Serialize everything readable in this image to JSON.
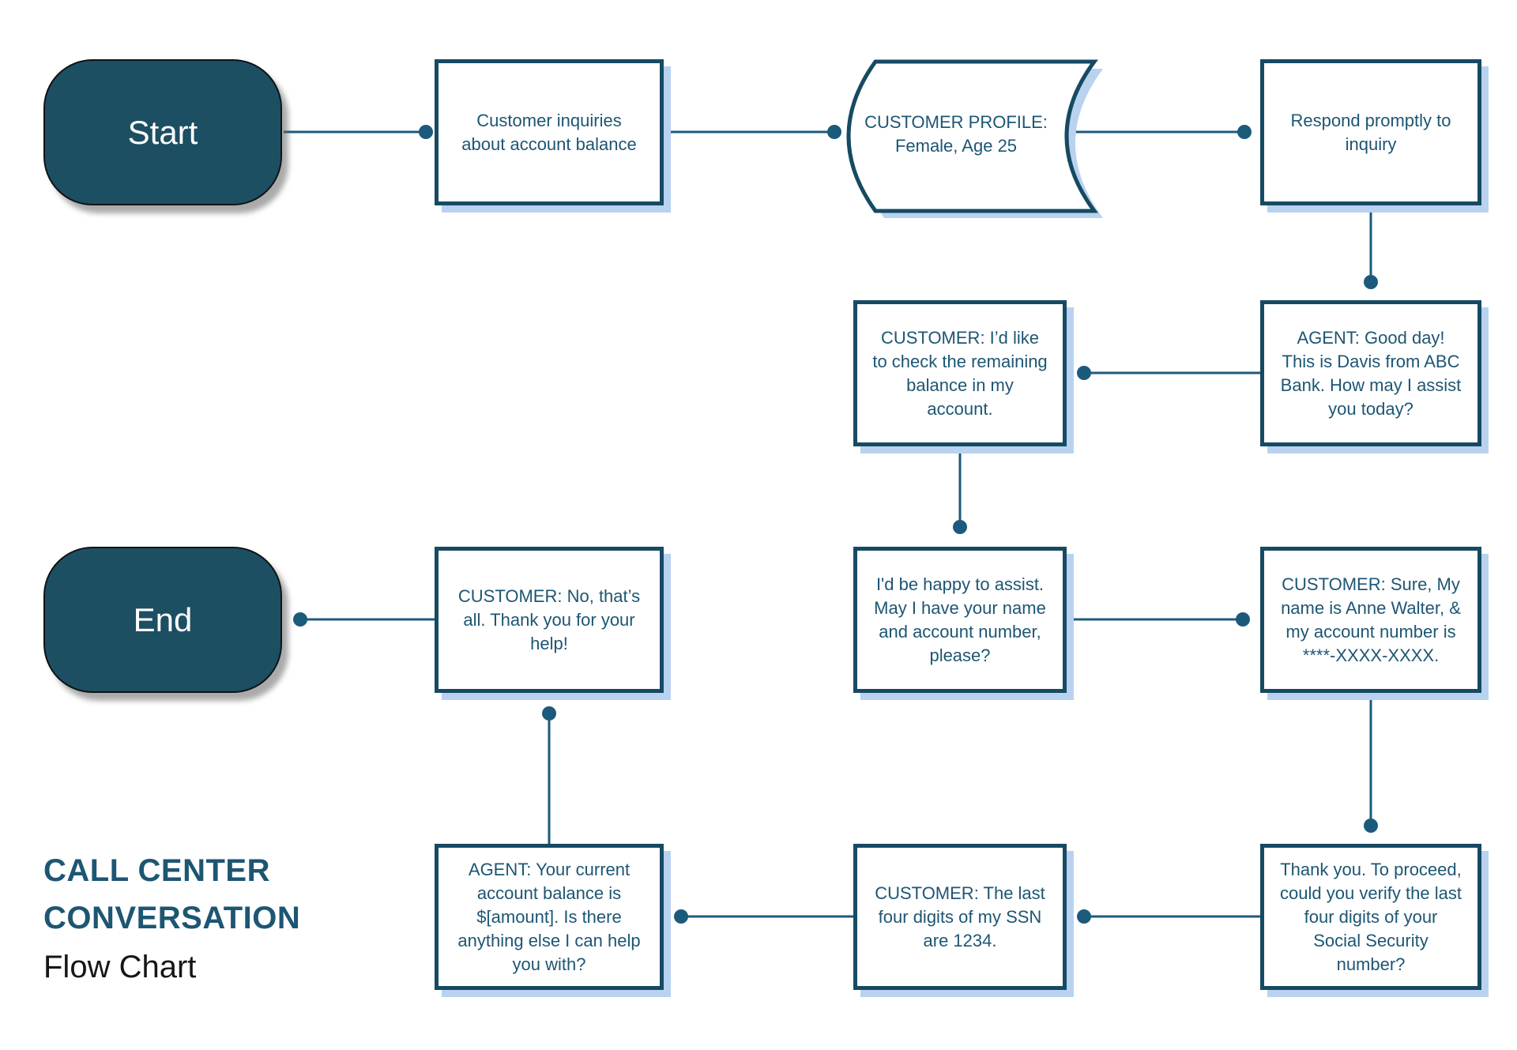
{
  "title_block": {
    "heading_line1": "CALL CENTER",
    "heading_line2": "CONVERSATION",
    "subheading": "Flow Chart"
  },
  "colors": {
    "node_border": "#164a63",
    "node_text": "#1d5673",
    "terminator_fill": "#1d4f63",
    "terminator_text": "#ffffff",
    "connector_line": "#1c5a7c",
    "box_shadow": "#b9d2f0",
    "title_accent": "#1d5673",
    "subtitle_text": "#161616"
  },
  "nodes": {
    "start": {
      "shape": "terminator",
      "label": "Start"
    },
    "end": {
      "shape": "terminator",
      "label": "End"
    },
    "inquiry": {
      "shape": "process",
      "label": "Customer inquiries about account balance"
    },
    "profile": {
      "shape": "display",
      "label": "CUSTOMER PROFILE: Female, Age 25"
    },
    "respond": {
      "shape": "process",
      "label": "Respond promptly to inquiry"
    },
    "check_balance": {
      "shape": "process",
      "label": "CUSTOMER: I’d like to check the remaining balance in my account."
    },
    "greeting": {
      "shape": "process",
      "label": "AGENT: Good day! This is Davis from ABC Bank. How may I assist you today?"
    },
    "no_thats_all": {
      "shape": "process",
      "label": "CUSTOMER: No, that’s all. Thank you for your help!"
    },
    "happy_to_assist": {
      "shape": "process",
      "label": "I'd be happy to assist. May I have your name and account number, please?"
    },
    "name_account": {
      "shape": "process",
      "label": "CUSTOMER: Sure, My name is Anne Walter, & my account number is ****-XXXX-XXXX."
    },
    "balance_answer": {
      "shape": "process",
      "label": "AGENT: Your current account balance is $[amount]. Is there anything else I can help you with?"
    },
    "ssn_digits": {
      "shape": "process",
      "label": "CUSTOMER: The last four digits of my SSN are 1234."
    },
    "verify_ssn": {
      "shape": "process",
      "label": "Thank you. To proceed, could you verify the last four digits of your Social Security number?"
    }
  },
  "connectors": [
    {
      "from": "start",
      "to": "inquiry"
    },
    {
      "from": "inquiry",
      "to": "profile"
    },
    {
      "from": "profile",
      "to": "respond"
    },
    {
      "from": "respond",
      "to": "greeting"
    },
    {
      "from": "greeting",
      "to": "check_balance"
    },
    {
      "from": "check_balance",
      "to": "happy_to_assist"
    },
    {
      "from": "happy_to_assist",
      "to": "name_account"
    },
    {
      "from": "name_account",
      "to": "verify_ssn"
    },
    {
      "from": "verify_ssn",
      "to": "ssn_digits"
    },
    {
      "from": "ssn_digits",
      "to": "balance_answer"
    },
    {
      "from": "balance_answer",
      "to": "no_thats_all"
    },
    {
      "from": "no_thats_all",
      "to": "end"
    }
  ]
}
